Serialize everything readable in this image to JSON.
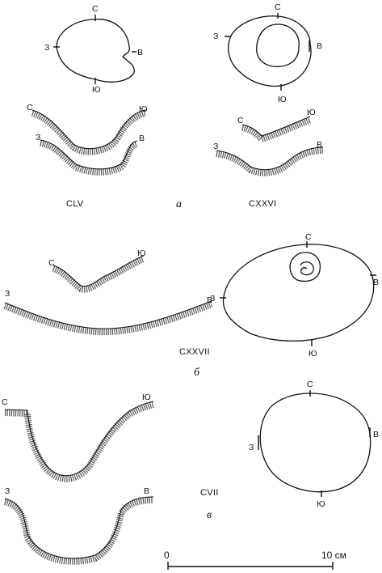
{
  "labels": {
    "north": "С",
    "south": "Ю",
    "west": "З",
    "east": "В"
  },
  "specimens": {
    "clv": "CLV",
    "cxxvi": "CXXVI",
    "cxxvii": "CXXVII",
    "cvii": "CVII"
  },
  "panels": {
    "a": "а",
    "b": "б",
    "v": "в"
  },
  "scale": {
    "start": "0",
    "end": "10 см"
  }
}
